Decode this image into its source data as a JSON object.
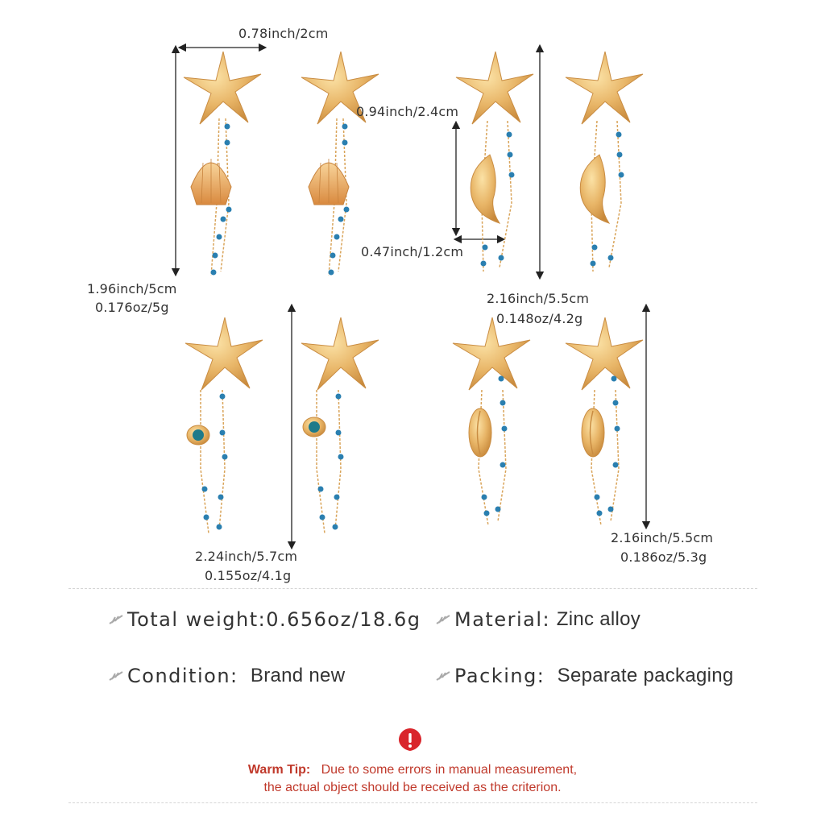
{
  "measurements": {
    "top_width": "0.78inch/2cm",
    "p1_length": "1.96inch/5cm",
    "p1_weight": "0.176oz/5g",
    "p2_charm_height": "0.94inch/2.4cm",
    "p2_charm_width": "0.47inch/1.2cm",
    "p2_length": "2.16inch/5.5cm",
    "p2_weight": "0.148oz/4.2g",
    "p3_length": "2.24inch/5.7cm",
    "p3_weight": "0.155oz/4.1g",
    "p4_length": "2.16inch/5.5cm",
    "p4_weight": "0.186oz/5.3g"
  },
  "specs": {
    "total_weight_label": "Total weight",
    "total_weight_sep": ":",
    "total_weight_value": "0.656oz/18.6g",
    "material_label": "Material:",
    "material_value": "Zinc alloy",
    "condition_label": "Condition:",
    "condition_value": "Brand new",
    "packing_label": "Packing:",
    "packing_value": "Separate packaging"
  },
  "tip": {
    "label": "Warm Tip:",
    "line1": "Due to some errors in manual measurement,",
    "line2": "the actual object should be received as the criterion."
  },
  "colors": {
    "gold": "#e6b060",
    "turquoise": "#2a7fb0",
    "text": "#333333",
    "tip_red": "#c0392b"
  }
}
